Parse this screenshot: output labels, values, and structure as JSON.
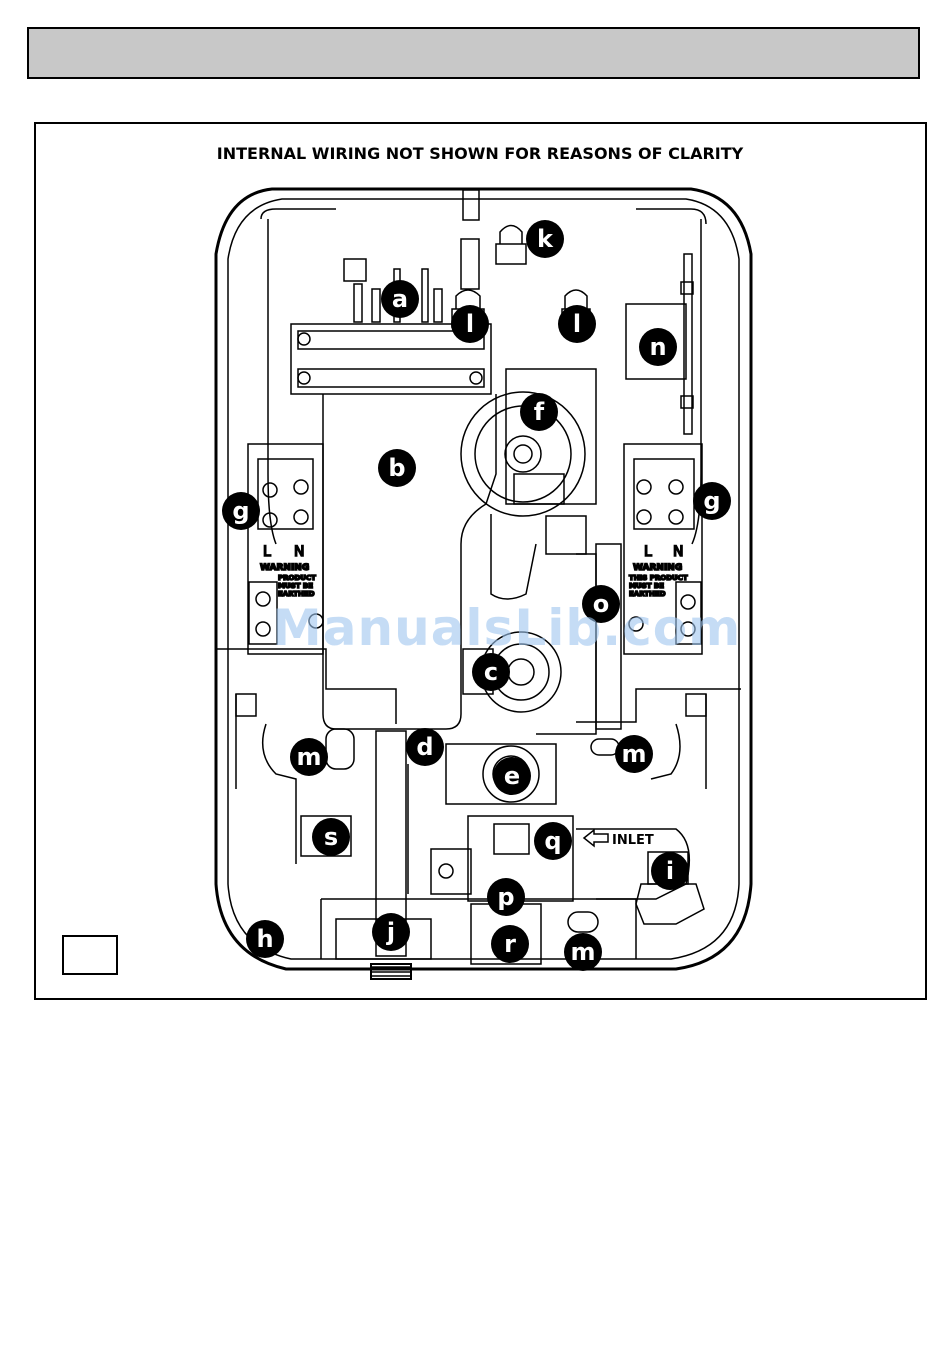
{
  "diagram": {
    "title": "INTERNAL WIRING NOT SHOWN FOR REASONS OF CLARITY",
    "watermark": "ManualsLib.com",
    "inlet_label": "INLET",
    "terminal_left": {
      "l": "L",
      "n": "N",
      "warning": "WARNING",
      "line1": "PRODUCT",
      "line2": "MUST BE",
      "line3": "EARTHED"
    },
    "terminal_right": {
      "l": "L",
      "n": "N",
      "warning": "WARNING",
      "line1": "THIS PRODUCT",
      "line2": "MUST BE",
      "line3": "EARTHED"
    },
    "callouts": [
      "a",
      "b",
      "c",
      "d",
      "e",
      "f",
      "g",
      "h",
      "i",
      "j",
      "k",
      "l",
      "m",
      "n",
      "o",
      "p",
      "q",
      "r",
      "s"
    ]
  },
  "colors": {
    "header_bg": "#c8c8c8",
    "watermark": "#9fc6f0",
    "callout": "#000000"
  }
}
